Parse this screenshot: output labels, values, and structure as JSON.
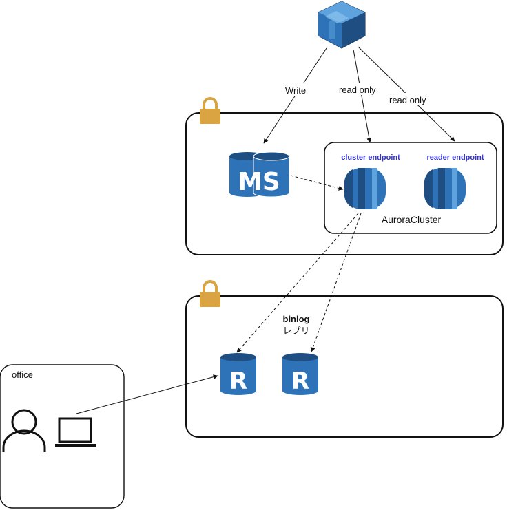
{
  "edges": {
    "write": "Write",
    "read_only_1": "read only",
    "read_only_2": "read only"
  },
  "aurora": {
    "cluster_endpoint": "cluster endpoint",
    "reader_endpoint": "reader endpoint",
    "cluster_name": "AuroraCluster"
  },
  "master": {
    "letters": "MS"
  },
  "replication": {
    "line1": "binlog",
    "line2": "レプリ"
  },
  "replicas": {
    "letter_1": "R",
    "letter_2": "R"
  },
  "office": {
    "label": "office"
  },
  "colors": {
    "aws_blue": "#2e73b8",
    "aws_dark": "#1f4f82",
    "lock": "#d9a441"
  }
}
